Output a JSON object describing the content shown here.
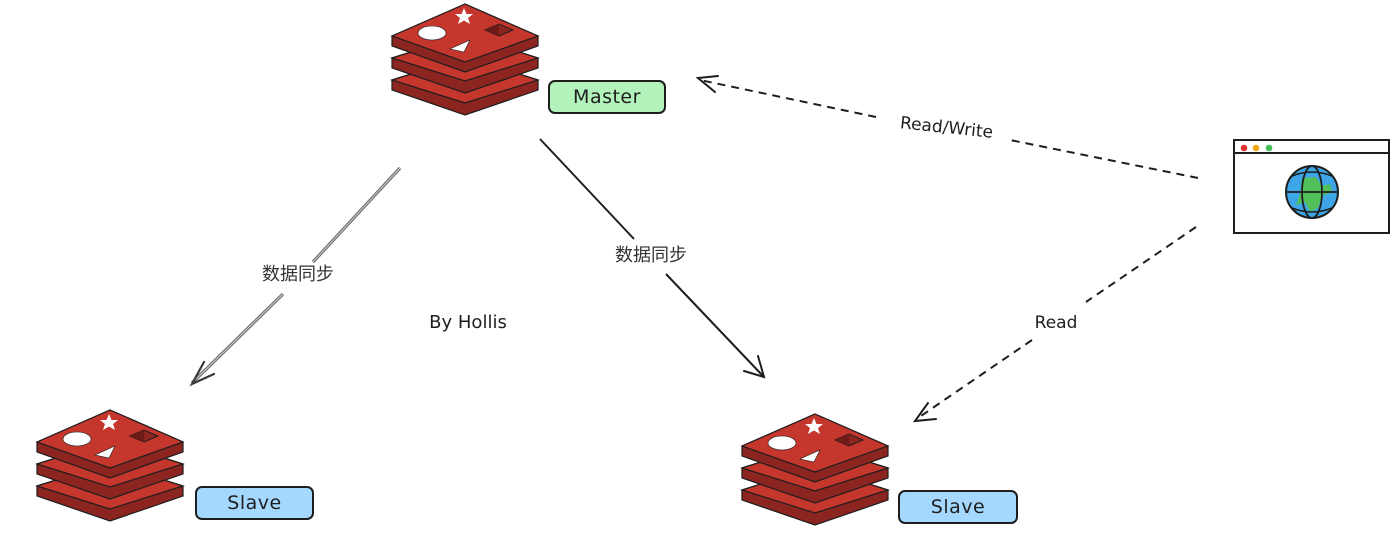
{
  "diagram": {
    "title": "Redis Master-Slave Replication",
    "author_note": "By Hollis",
    "colors": {
      "redis_red": "#c5362c",
      "redis_dark": "#8c2520",
      "master_fill": "#b2f2bb",
      "slave_fill": "#a5d8ff",
      "stroke": "#1e1e1e",
      "globe_blue": "#3ea6e6",
      "globe_green": "#52c05a",
      "dot_red": "#e03131",
      "dot_yellow": "#f0a810",
      "dot_green": "#40c057"
    },
    "nodes": {
      "master": {
        "icon": "redis-icon",
        "label": "Master"
      },
      "slave_left": {
        "icon": "redis-icon",
        "label": "Slave"
      },
      "slave_right": {
        "icon": "redis-icon",
        "label": "Slave"
      },
      "client": {
        "icon": "browser-globe-icon",
        "label": ""
      }
    },
    "edges": {
      "sync_left": {
        "from": "master",
        "to": "slave_left",
        "label": "数据同步",
        "style": "solid"
      },
      "sync_right": {
        "from": "master",
        "to": "slave_right",
        "label": "数据同步",
        "style": "solid"
      },
      "read_write": {
        "from": "client",
        "to": "master",
        "label": "Read/Write",
        "style": "dashed"
      },
      "read": {
        "from": "client",
        "to": "slave_right",
        "label": "Read",
        "style": "dashed"
      }
    }
  }
}
